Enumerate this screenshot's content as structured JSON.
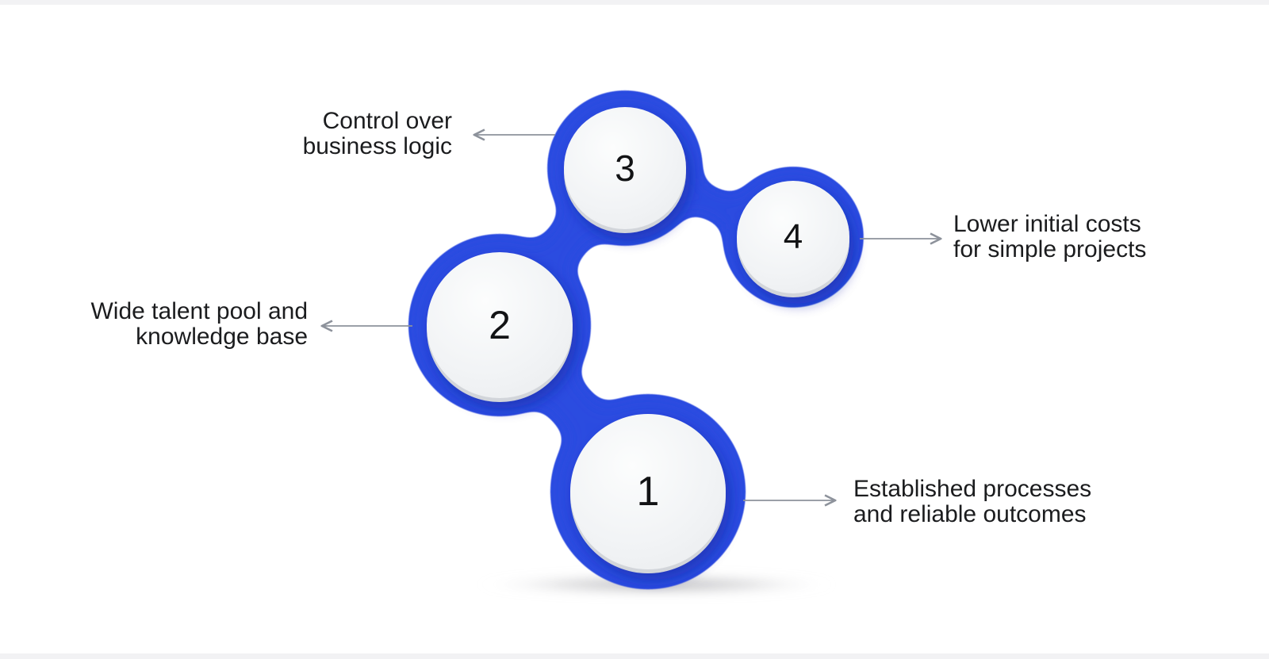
{
  "diagram": {
    "type": "process-infographic",
    "description": "Four numbered circles joined by a blue gooey connector chain with callout labels",
    "colors": {
      "accent": "#2C4BE0",
      "disc": "#f0f2f4",
      "text": "#1b1c1e",
      "arrow": "#8d929b"
    },
    "nodes": [
      {
        "number": "1",
        "label": "Established processes\nand reliable outcomes",
        "label_side": "right"
      },
      {
        "number": "2",
        "label": "Wide talent pool and\nknowledge base",
        "label_side": "left"
      },
      {
        "number": "3",
        "label": "Control over\nbusiness logic",
        "label_side": "left"
      },
      {
        "number": "4",
        "label": "Lower initial costs\nfor simple projects",
        "label_side": "right"
      }
    ]
  }
}
